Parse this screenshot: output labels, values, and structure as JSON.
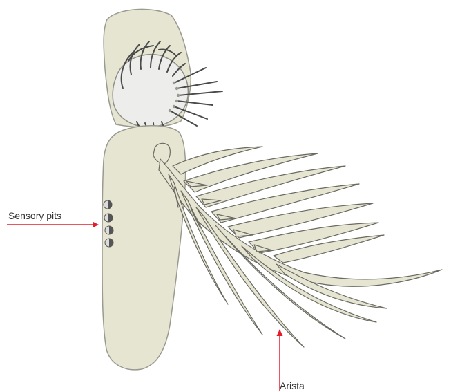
{
  "labels": {
    "sensory_pits": "Sensory pits",
    "arista": "Arista"
  },
  "colors": {
    "segment_fill": "#e6e5d2",
    "segment_stroke": "#9a9a90",
    "inner_fill": "#ededeb",
    "bristle": "#4a4a4a",
    "arrow": "#e31e2a",
    "pit_dark": "#555555",
    "pit_light": "#dcdcdc"
  },
  "structure": {
    "segments": [
      "first-antennal-segment",
      "second-antennal-segment",
      "third-antennal-segment"
    ],
    "sensory_pit_count": 4
  }
}
